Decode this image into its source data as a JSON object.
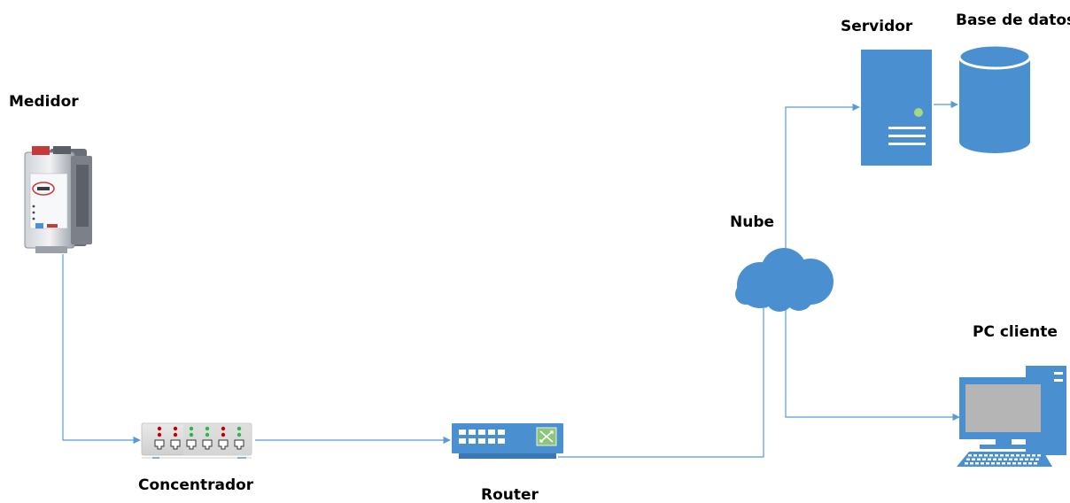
{
  "labels": {
    "meter": "Medidor",
    "concentrator": "Concentrador",
    "router": "Router",
    "cloud": "Nube",
    "server": "Servidor",
    "database": "Base de datos",
    "client_pc": "PC cliente"
  },
  "colors": {
    "connector": "#5b9bd5",
    "device_blue": "#4a8fd0",
    "server_led": "#a6d785",
    "monitor_screen": "#b5b5b5"
  }
}
